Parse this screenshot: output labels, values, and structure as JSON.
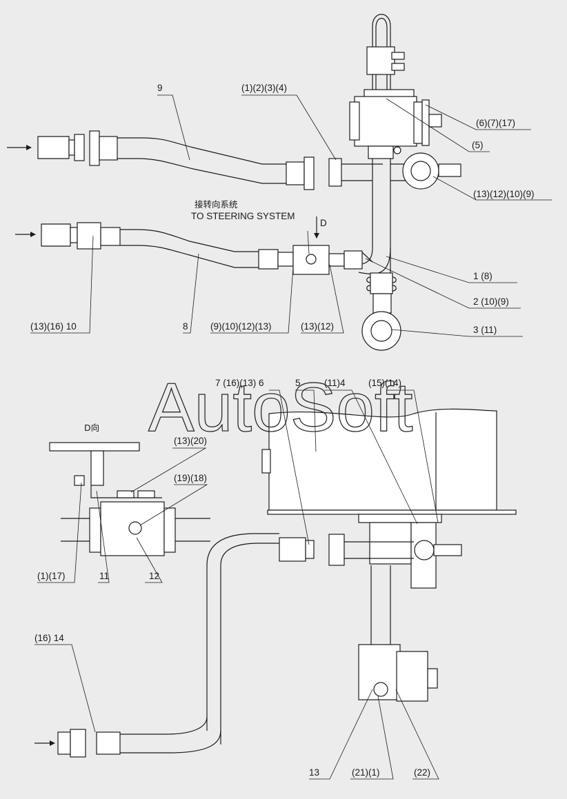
{
  "notes": {
    "steering_cn": "接转向系统",
    "steering_en": "TO STEERING SYSTEM",
    "view_arrow": "D",
    "view_d": "D向"
  },
  "labels": {
    "l9": "9",
    "l1234": "(1)(2)(3)(4)",
    "l6717": "(6)(7)(17)",
    "l5p": "(5)",
    "l1312109": "(13)(12)(10)(9)",
    "l18": "1 (8)",
    "l2109": "2 (10)(9)",
    "l311": "3 (11)",
    "l131610": "(13)(16) 10",
    "l8": "8",
    "l9101213": "(9)(10)(12)(13)",
    "l1312": "(13)(12)",
    "top_row": "7 (16)(13) 6",
    "l5": "5",
    "l114": "(11)4",
    "l1514": "(15)(14)",
    "l1320": "(13)(20)",
    "l1918": "(19)(18)",
    "l117": "(1)(17)",
    "l11": "11",
    "l12": "12",
    "l1614": "(16) 14",
    "l13": "13",
    "l211": "(21)(1)",
    "l22": "(22)"
  },
  "watermark": "AutoSoft"
}
